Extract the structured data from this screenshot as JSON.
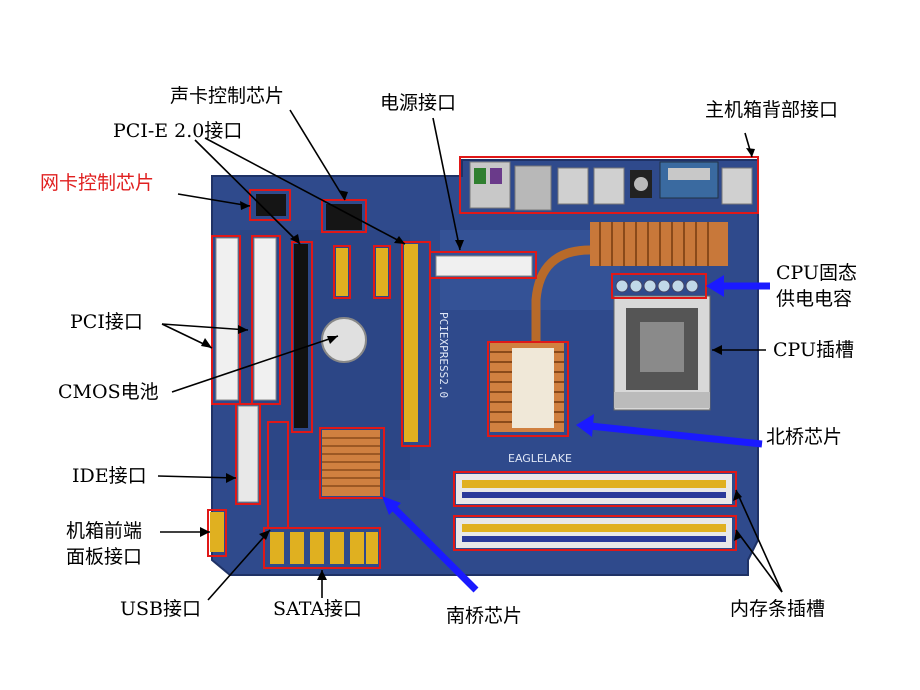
{
  "labels": {
    "sound_chip": "声卡控制芯片",
    "power_connector": "电源接口",
    "rear_panel": "主机箱背部接口",
    "pcie": "PCI-E 2.0接口",
    "nic_chip": "网卡控制芯片",
    "cpu_caps_line1": "CPU固态",
    "cpu_caps_line2": "供电电容",
    "pci": "PCI接口",
    "cpu_socket": "CPU插槽",
    "cmos": "CMOS电池",
    "northbridge": "北桥芯片",
    "ide": "IDE接口",
    "front_panel_line1": "机箱前端",
    "front_panel_line2": "面板接口",
    "usb": "USB接口",
    "sata": "SATA接口",
    "southbridge": "南桥芯片",
    "memory": "内存条插槽"
  },
  "board_text": {
    "silk_pcie": "PCIEXPRESS2.0",
    "silk_brand": "EAGLELAKE"
  },
  "colors": {
    "board": "#2f4a8c",
    "highlight": "#e01818",
    "arrow_blue": "#1a1aff",
    "nic_label": "#e02020"
  }
}
